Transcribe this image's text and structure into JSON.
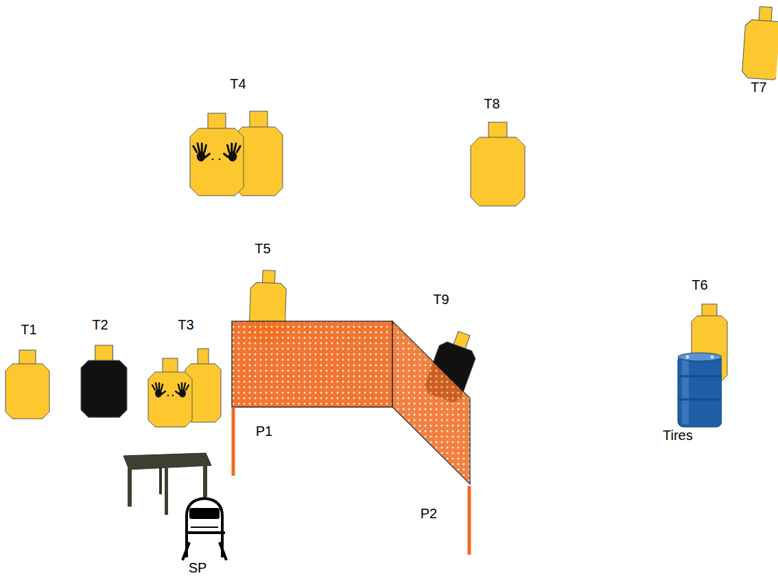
{
  "diagram": {
    "nodes": [
      {
        "text": [
          "Tires"
        ]
      }
    ],
    "labels": [
      "T7",
      "T4",
      "T8",
      "T5",
      "T9",
      "T6",
      "T1",
      "T2",
      "T3",
      "P1",
      "P2",
      "SP"
    ]
  }
}
